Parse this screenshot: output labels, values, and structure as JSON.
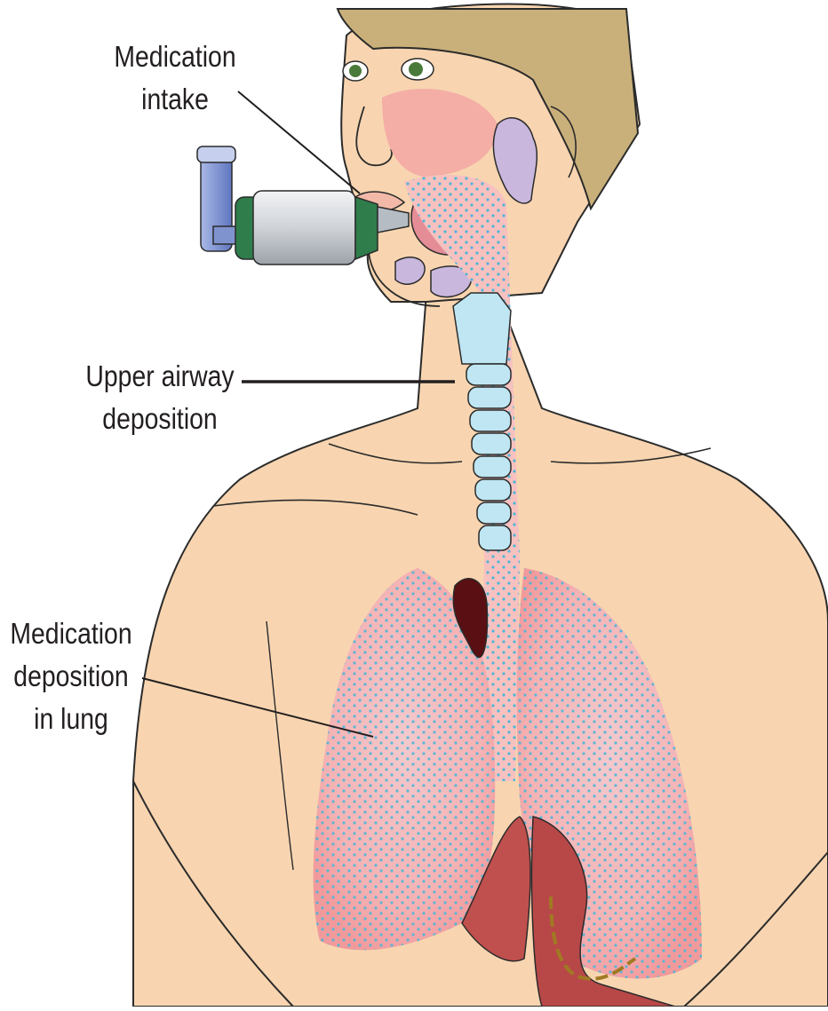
{
  "labels": {
    "intake": {
      "line1": "Medication",
      "line2": "intake"
    },
    "upper": {
      "line1": "Upper airway",
      "line2": "deposition"
    },
    "lung": {
      "line1": "Medication",
      "line2": "deposition",
      "line3": "in lung"
    }
  },
  "colors": {
    "skin": "#f8d5b0",
    "skin_outline": "#2b2b2b",
    "hair": "#c9b07a",
    "lung_fill": "#f4a9a8",
    "lung_inner": "#f0bcc0",
    "particles": "#4fb5d6",
    "trachea": "#bfe6f2",
    "heart": "#8b1f1f",
    "liver": "#c0504d",
    "glands": "#c9b7dd",
    "inhaler_body": "#d8dbe0",
    "inhaler_nozzle": "#2f7d4b",
    "inhaler_canister": "#7f94cf"
  },
  "icons": [
    "inhaler-icon",
    "head-icon",
    "trachea-icon",
    "lungs-icon",
    "heart-icon",
    "liver-icon"
  ]
}
